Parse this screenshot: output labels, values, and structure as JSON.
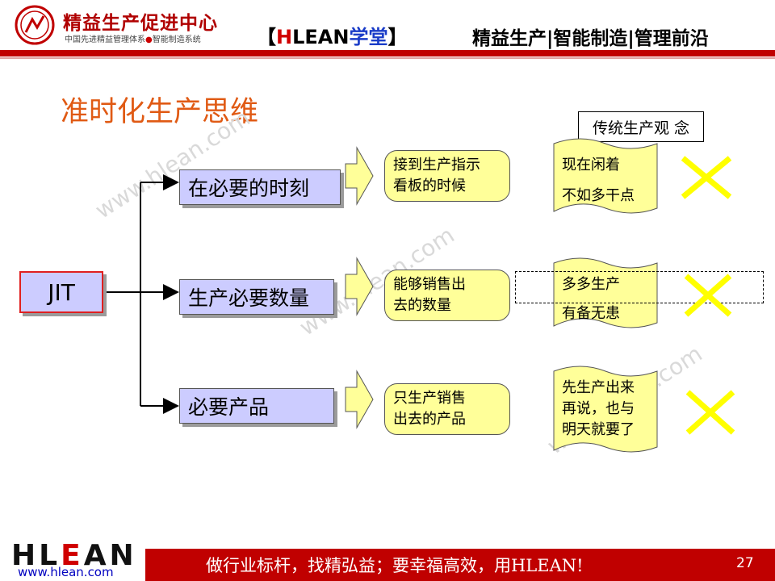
{
  "header": {
    "org_name": "精益生产促进中心",
    "org_sub_left": "中国先进精益管理体系",
    "org_sub_dot": "●",
    "org_sub_right": "智能制造系统",
    "brand_open": "【",
    "brand_h": "H",
    "brand_lean": "LEAN",
    "brand_xt": "学堂",
    "brand_close": "】",
    "tagline": "精益生产|智能制造|管理前沿"
  },
  "title": "准时化生产思维",
  "watermark": "www.hlean.com",
  "diagram": {
    "root": "JIT",
    "branches": [
      {
        "condition": "在必要的时刻",
        "meaning": "接到生产指示\n看板的时候",
        "traditional": [
          "现在闲着",
          "不如多干点"
        ]
      },
      {
        "condition": "生产必要数量",
        "meaning": "能够销售出\n去的数量",
        "traditional": [
          "多多生产",
          "有备无患"
        ]
      },
      {
        "condition": "必要产品",
        "meaning": "只生产销售\n出去的产品",
        "traditional": [
          "先生产出来",
          "再说，也与",
          "明天就要了"
        ]
      }
    ],
    "traditional_label": "传统生产观 念",
    "reject_mark": "✕"
  },
  "footer": {
    "logo_h": "H",
    "logo_l": "L",
    "logo_e": "E",
    "logo_an": "AN",
    "url": "www.hlean.com",
    "slogan": "做行业标杆，找精弘益；要幸福高效，用HLEAN!",
    "page_number": "27"
  },
  "colors": {
    "brand_red": "#c00000",
    "title_orange": "#e05a14",
    "box_purple": "#ccccff",
    "box_yellow": "#ffff99",
    "cross_yellow": "#ffff00"
  }
}
